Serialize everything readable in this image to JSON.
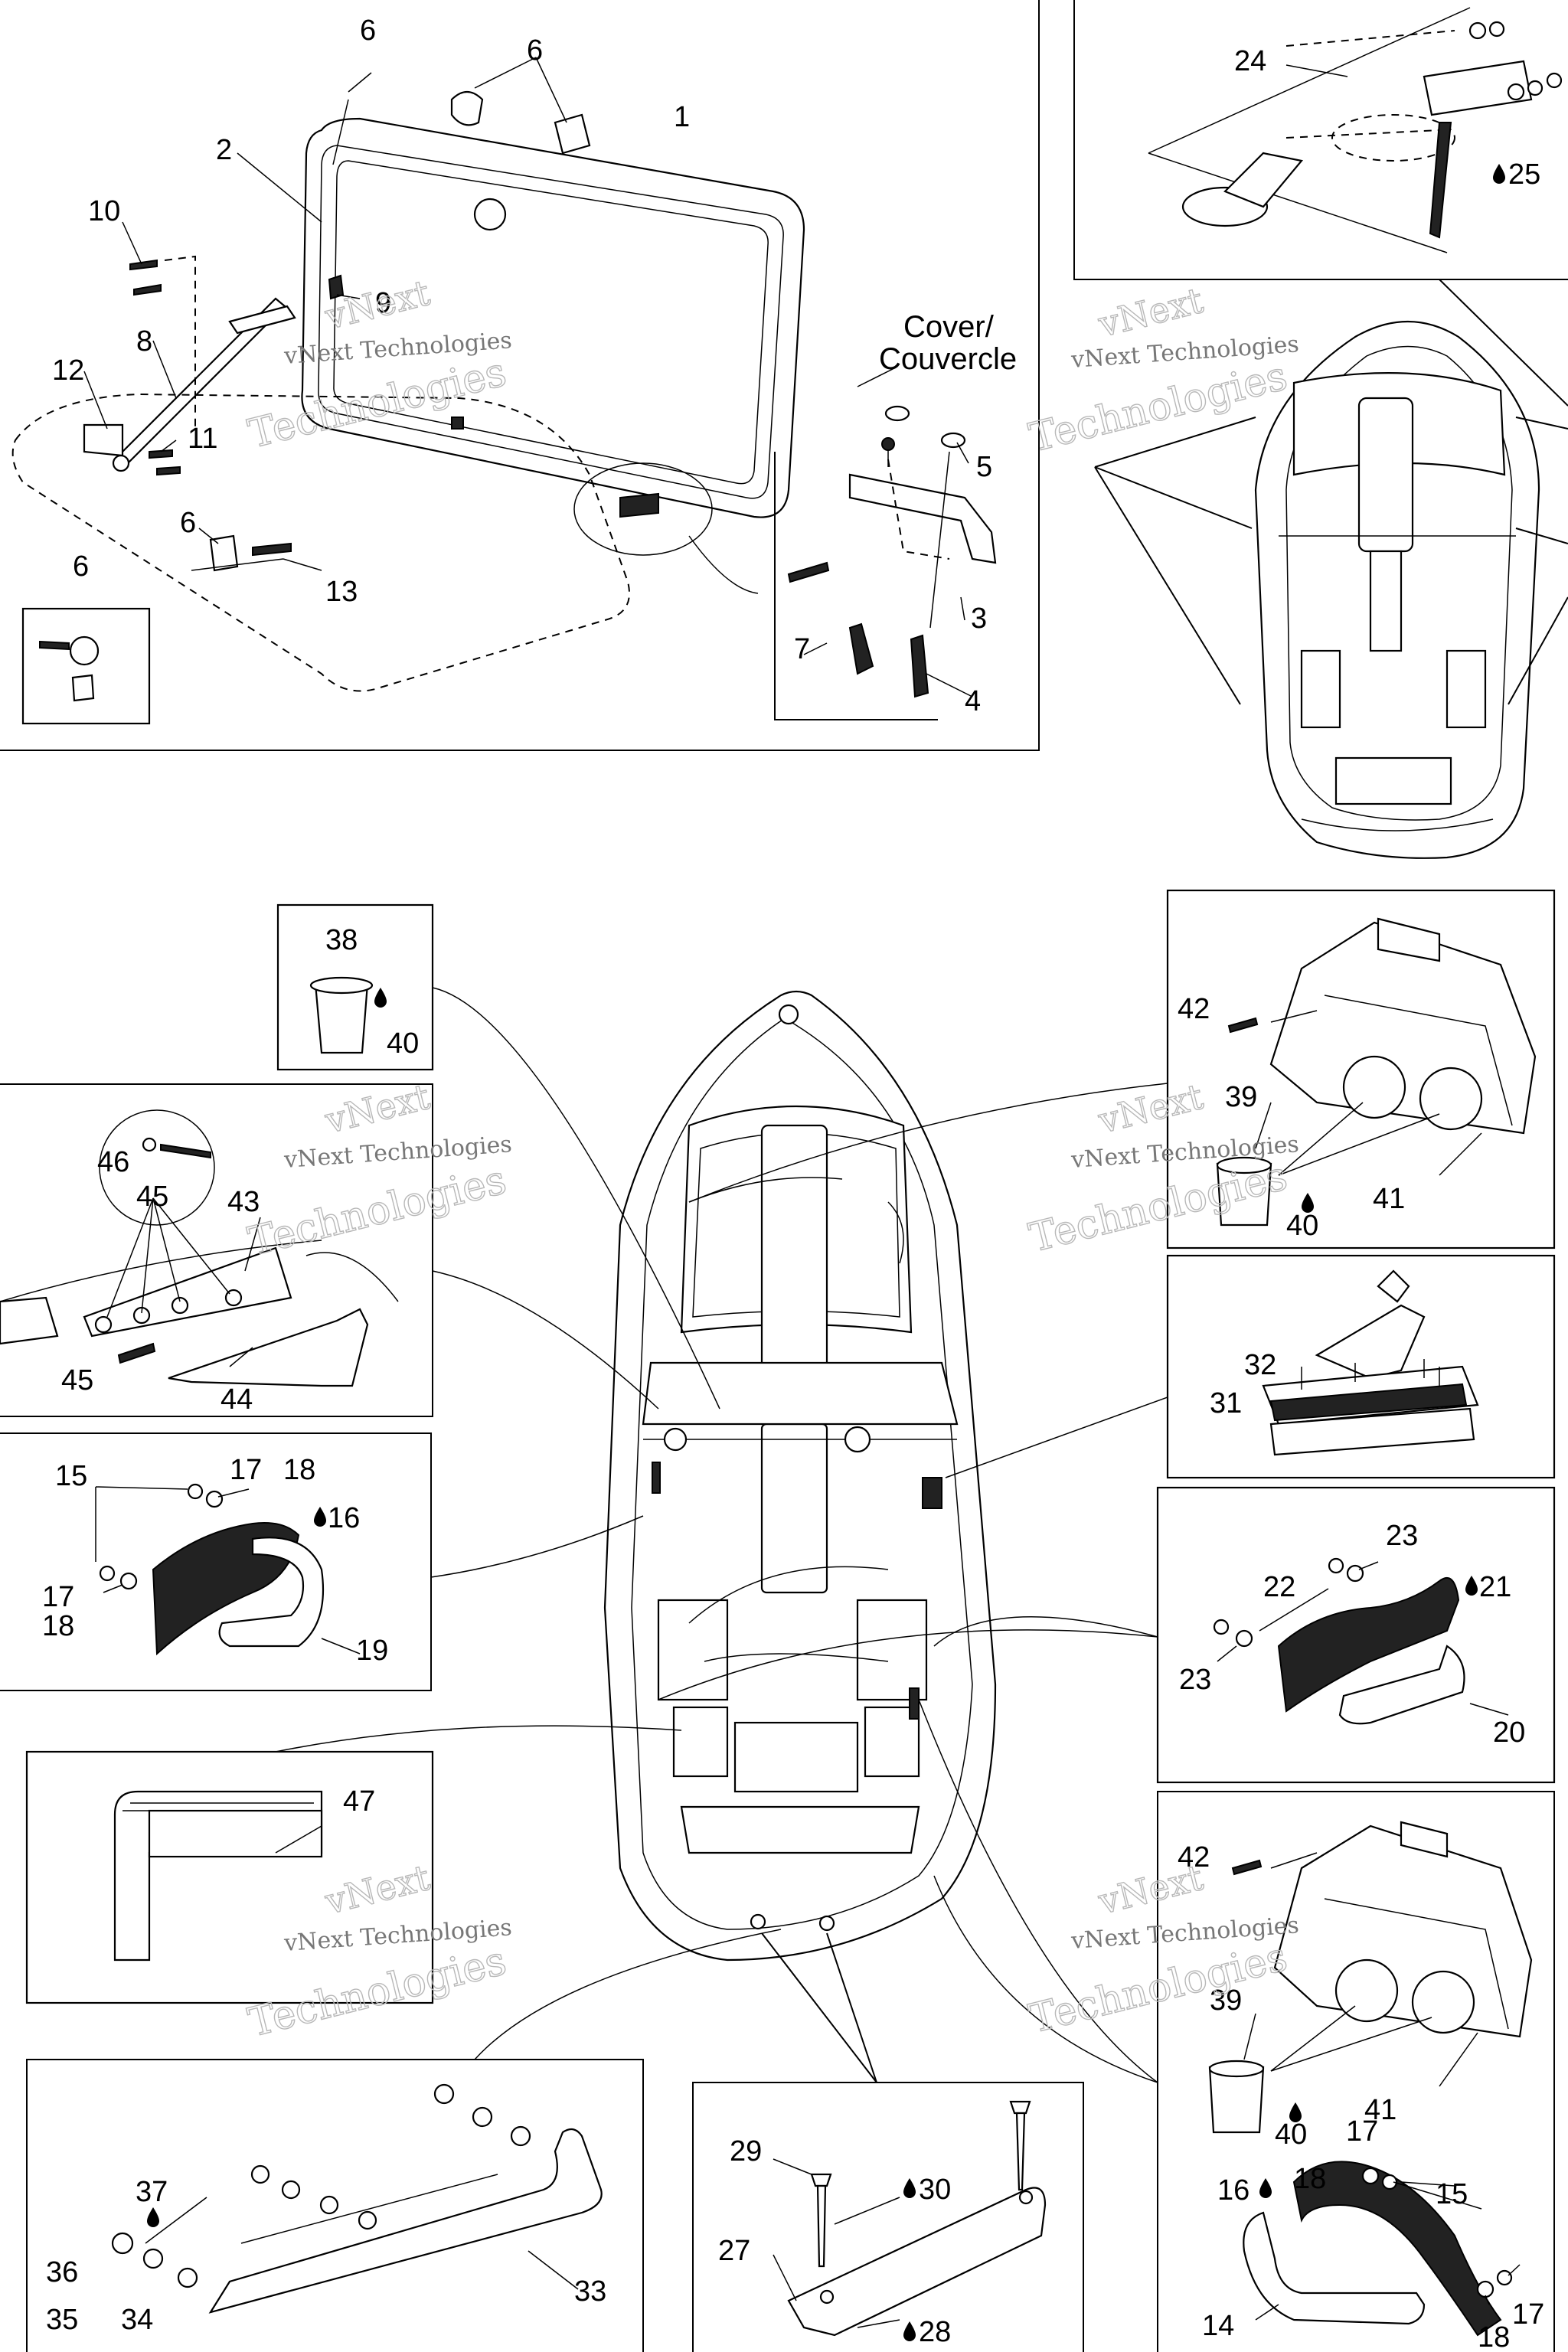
{
  "diagram": {
    "watermark": {
      "line1": "vNext",
      "line2": "Technologies",
      "caption": "vNext Technologies"
    },
    "cover_label": {
      "line1": "Cover/",
      "line2": "Couvercle"
    },
    "callouts": {
      "c1": "1",
      "c2": "2",
      "c3": "3",
      "c4": "4",
      "c5": "5",
      "c6a": "6",
      "c6b": "6",
      "c6c": "6",
      "c6d": "6",
      "c7": "7",
      "c8": "8",
      "c9": "9",
      "c10": "10",
      "c11": "11",
      "c12": "12",
      "c13": "13",
      "c24": "24",
      "c25": "25",
      "c38": "38",
      "c40a": "40",
      "c42a": "42",
      "c39a": "39",
      "c40b": "40",
      "c41a": "41",
      "c46": "46",
      "c45a": "45",
      "c43": "43",
      "c45b": "45",
      "c44": "44",
      "c32": "32",
      "c31": "31",
      "c15a": "15",
      "c17a": "17",
      "c18a": "18",
      "c16a": "16",
      "c17b": "17",
      "c18b": "18",
      "c19": "19",
      "c23a": "23",
      "c22": "22",
      "c21": "21",
      "c23b": "23",
      "c20": "20",
      "c47": "47",
      "c42b": "42",
      "c39b": "39",
      "c40c": "40",
      "c41b": "41",
      "c18c": "18",
      "c17c": "17",
      "c16b": "16",
      "c15b": "15",
      "c17d": "17",
      "c18d": "18",
      "c14": "14",
      "c37": "37",
      "c36": "36",
      "c35": "35",
      "c34": "34",
      "c33": "33",
      "c29": "29",
      "c30": "30",
      "c27": "27",
      "c28": "28"
    }
  }
}
